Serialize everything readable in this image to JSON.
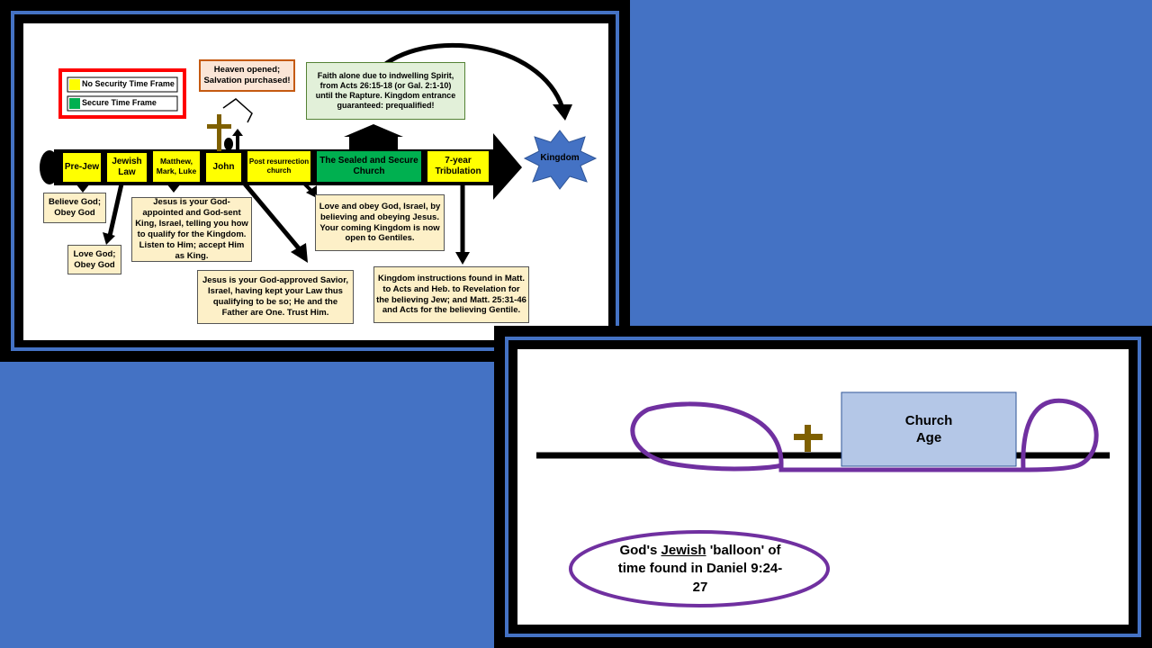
{
  "legend": {
    "no_security": "No Security Time Frame",
    "secure": "Secure Time Frame",
    "colors": {
      "no_security": "#ffff00",
      "secure": "#00b050",
      "border": "#ff0000"
    }
  },
  "timeline": {
    "pre_jew": "Pre-Jew",
    "jewish_law": "Jewish Law",
    "gospels": "Matthew, Mark, Luke",
    "john": "John",
    "post_resurrection": "Post resurrection church",
    "sealed_church": "The Sealed and Secure Church",
    "tribulation": "7-year Tribulation",
    "kingdom": "Kingdom"
  },
  "notes": {
    "heaven_opened": "Heaven opened; Salvation purchased!",
    "faith_alone": "Faith alone due to indwelling Spirit, from Acts 26:15-18 (or Gal. 2:1-10) until the Rapture.  Kingdom entrance guaranteed:  prequalified!",
    "believe_god": "Believe God; Obey God",
    "love_god": "Love God; Obey God",
    "jesus_king": "Jesus is your God-appointed and God-sent King, Israel, telling you how to qualify for the Kingdom.  Listen to Him; accept Him as King.",
    "jesus_savior": "Jesus is your God-approved Savior, Israel, having kept your Law thus qualifying to be so; He and the Father are One.  Trust Him.",
    "love_obey": "Love and obey God, Israel, by believing and obeying Jesus.  Your coming Kingdom is now open to Gentiles.",
    "kingdom_instructions": "Kingdom instructions found in Matt. to Acts and Heb. to Revelation for the believing Jew; and Matt. 25:31-46 and Acts for the believing Gentile."
  },
  "balloon_diagram": {
    "church_age": "Church Age",
    "caption_pre": "God's ",
    "caption_jewish": "Jewish",
    "caption_post": " 'balloon' of time found in Daniel 9:24-27",
    "colors": {
      "balloon": "#7030a0",
      "church": "#b4c7e7",
      "cross": "#7f6000"
    }
  }
}
